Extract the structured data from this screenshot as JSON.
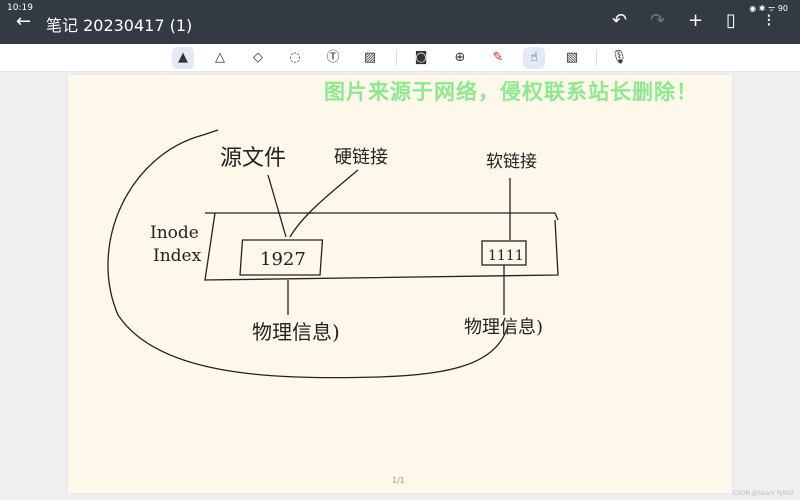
{
  "status": {
    "time": "10:19",
    "battery": "90"
  },
  "header": {
    "title": "笔记 20230417 (1)"
  },
  "toolbar": [
    "pen",
    "marker",
    "eraser",
    "lasso",
    "text",
    "image",
    "shapes",
    "zoom",
    "laser-pointer",
    "finger-draw",
    "texture",
    "voice"
  ],
  "note": {
    "source_file": "源文件",
    "hard_link": "硬链接",
    "soft_link": "软链接",
    "inode": "Inode",
    "index": "Index",
    "inode1": "1927",
    "inode2": "1111",
    "phys1": "物理信息)",
    "phys2": "物理信息)"
  },
  "watermark": "图片来源于网络，侵权联系站长删除！",
  "page_indicator": "1/1",
  "credit": "CSDN @Spark fy902"
}
